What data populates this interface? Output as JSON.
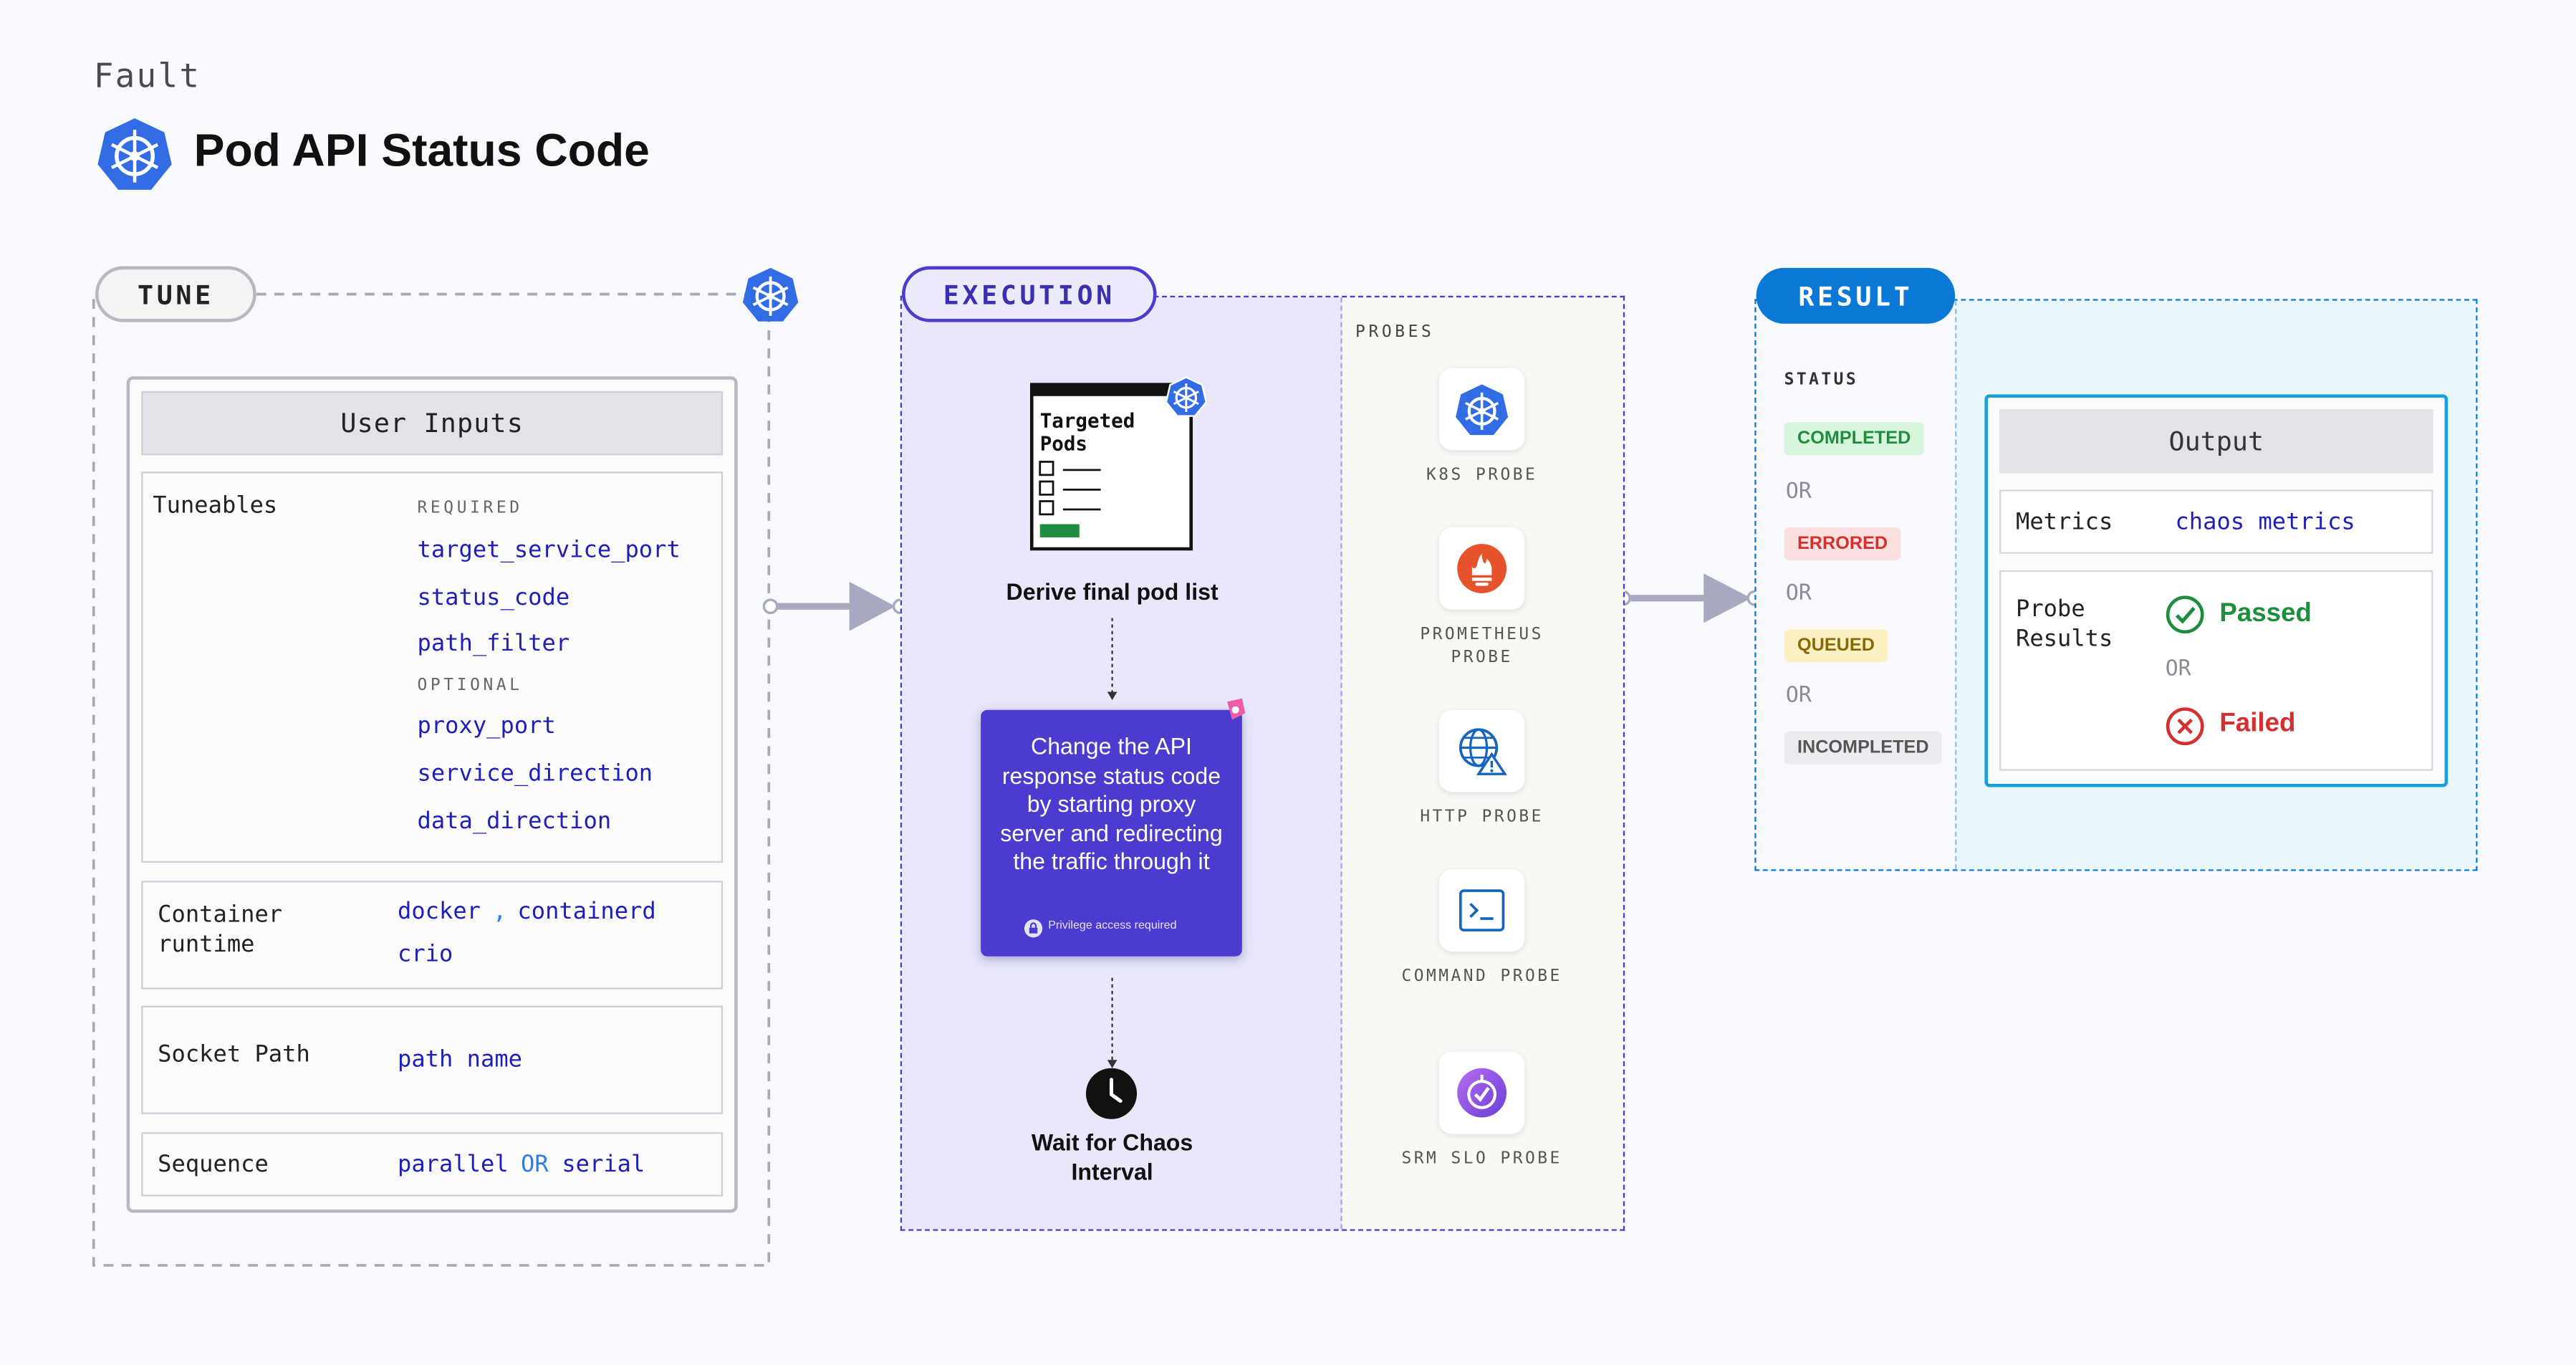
{
  "header": {
    "kicker": "Fault",
    "title": "Pod API Status Code"
  },
  "tune": {
    "label": "TUNE",
    "user_inputs_title": "User Inputs",
    "tuneables_label": "Tuneables",
    "required_label": "REQUIRED",
    "required": [
      "target_service_port",
      "status_code",
      "path_filter"
    ],
    "optional_label": "OPTIONAL",
    "optional": [
      "proxy_port",
      "service_direction",
      "data_direction"
    ],
    "container_runtime_label": "Container runtime",
    "runtime_1": "docker",
    "runtime_sep": ",",
    "runtime_2": "containerd",
    "runtime_3": "crio",
    "socket_label": "Socket Path",
    "socket_value": "path name",
    "sequence_label": "Sequence",
    "sequence_a": "parallel",
    "sequence_or": "OR",
    "sequence_b": "serial"
  },
  "execution": {
    "label": "EXECUTION",
    "targeted_pods_title": "Targeted Pods",
    "derive_label": "Derive final pod list",
    "action_text": "Change the API response status code by starting proxy server and redirecting the traffic through it",
    "privilege_note": "Privilege access required",
    "wait_label": "Wait for Chaos Interval",
    "probes_label": "PROBES",
    "probes": [
      {
        "icon": "kubernetes-icon",
        "label": "K8S PROBE"
      },
      {
        "icon": "prometheus-icon",
        "label": "PROMETHEUS PROBE"
      },
      {
        "icon": "http-globe-icon",
        "label": "HTTP PROBE"
      },
      {
        "icon": "terminal-icon",
        "label": "COMMAND PROBE"
      },
      {
        "icon": "srm-slo-icon",
        "label": "SRM SLO PROBE"
      }
    ]
  },
  "result": {
    "label": "RESULT",
    "status_label": "STATUS",
    "statuses": [
      "COMPLETED",
      "ERRORED",
      "QUEUED",
      "INCOMPLETED"
    ],
    "or_text": "OR",
    "output_title": "Output",
    "metrics_label": "Metrics",
    "metrics_value": "chaos metrics",
    "probe_results_label": "Probe Results",
    "passed": "Passed",
    "failed": "Failed"
  },
  "colors": {
    "kubernetes_blue": "#326ce5",
    "execution_purple": "#4b3ccf",
    "result_blue": "#0a78d4",
    "completed_green": "#1e8e3e",
    "errored_red": "#d3302f",
    "queued_amber": "#8a6a00"
  }
}
